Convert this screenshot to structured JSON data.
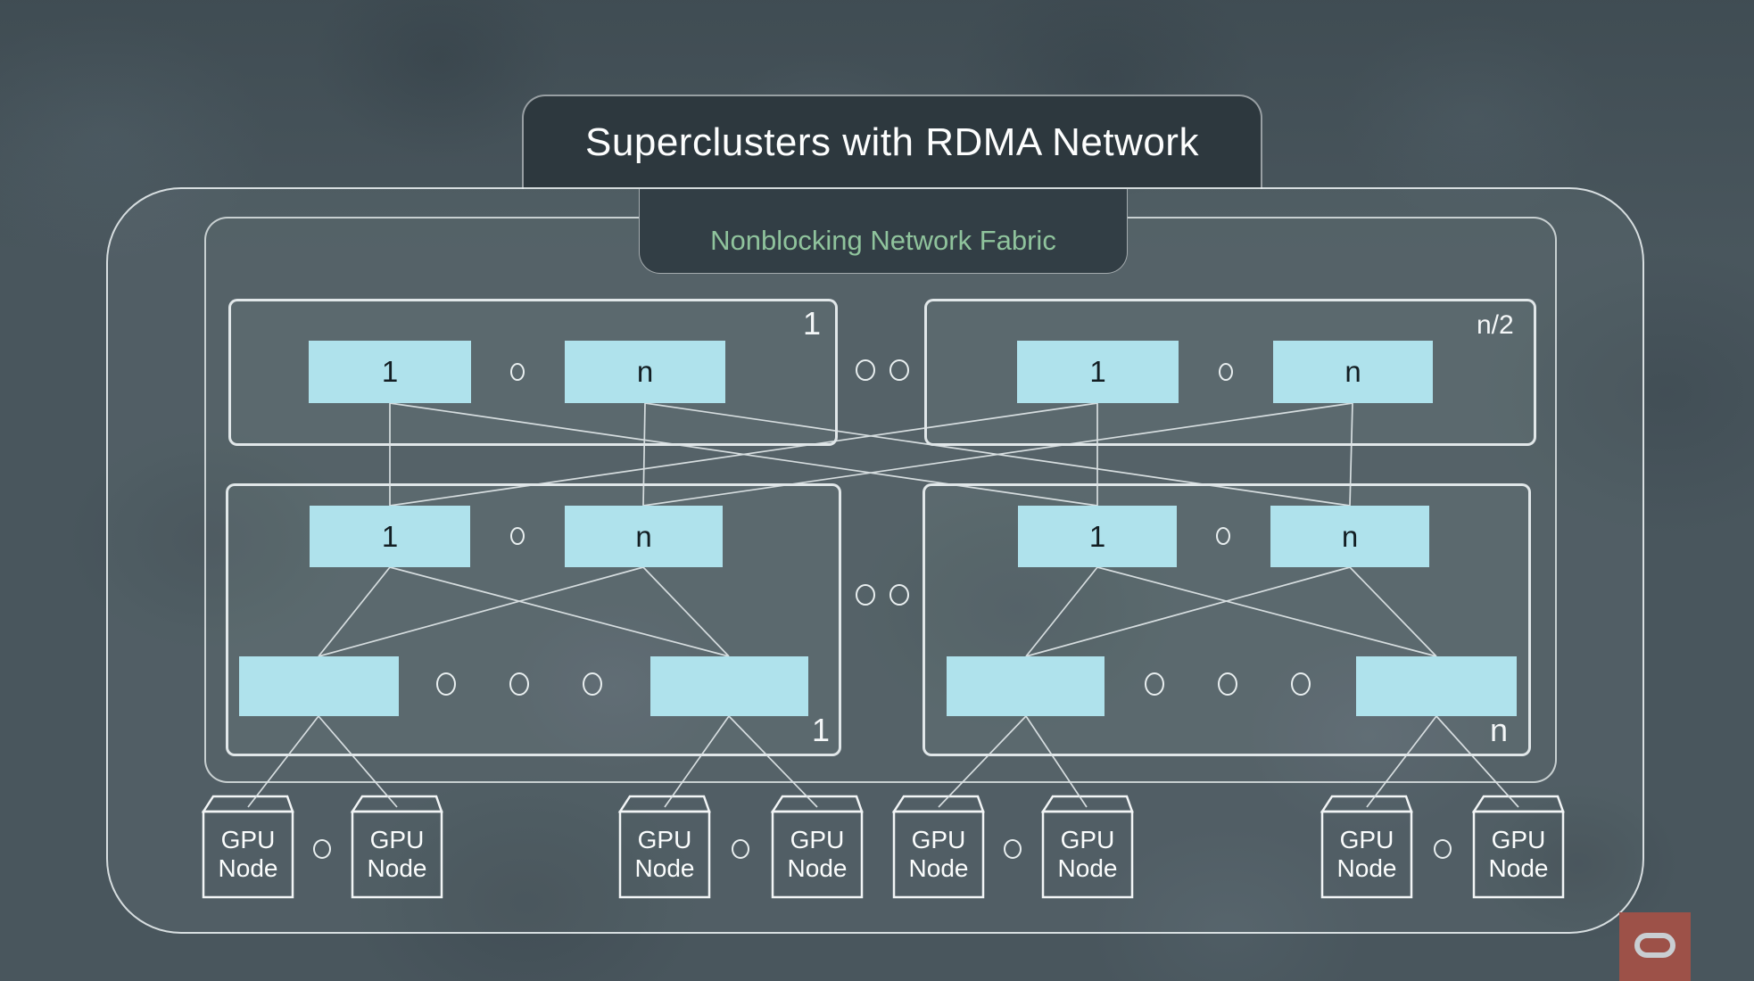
{
  "title": "Superclusters with RDMA Network",
  "fabric_label": "Nonblocking Network Fabric",
  "spine_groups": [
    {
      "label": "1",
      "switches": [
        "1",
        "n"
      ]
    },
    {
      "label": "n/2",
      "switches": [
        "1",
        "n"
      ]
    }
  ],
  "leaf_groups": [
    {
      "label": "1",
      "switches": [
        "1",
        "n"
      ]
    },
    {
      "label": "n",
      "switches": [
        "1",
        "n"
      ]
    }
  ],
  "gpu_node_label": "GPU Node",
  "colors": {
    "background": "#49565d",
    "panel_dark": "#2d383e",
    "switch_chip": "#afe2ec",
    "fabric_label_green": "#8fc39c",
    "connection_line": "#dde4e6",
    "oracle_red": "#9d5148",
    "logo_gray": "#c9ced2"
  }
}
